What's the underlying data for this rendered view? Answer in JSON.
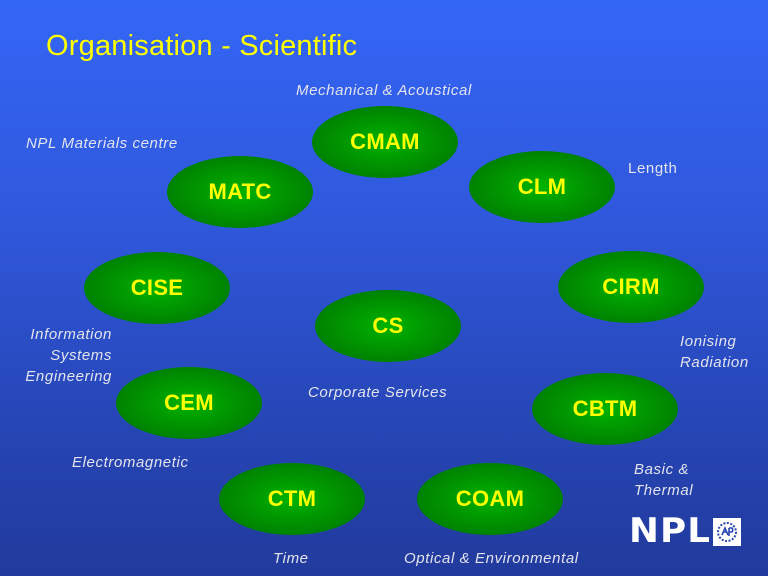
{
  "title": "Organisation - Scientific",
  "units": {
    "cmam": "CMAM",
    "matc": "MATC",
    "clm": "CLM",
    "cise": "CISE",
    "cirm": "CIRM",
    "cs": "CS",
    "cem": "CEM",
    "cbtm": "CBTM",
    "ctm": "CTM",
    "coam": "COAM"
  },
  "labels": {
    "cmam": "Mechanical & Acoustical",
    "matc": "NPL Materials centre",
    "clm": "Length",
    "cise": [
      "Information",
      "Systems",
      "Engineering"
    ],
    "cirm": [
      "Ionising",
      "Radiation"
    ],
    "cs": "Corporate Services",
    "cem": "Electromagnetic",
    "cbtm": [
      "Basic &",
      "Thermal"
    ],
    "ctm": "Time",
    "coam": "Optical & Environmental"
  },
  "logo": {
    "text": "NPL",
    "icon": "npl-emblem-icon"
  },
  "colors": {
    "title": "#ffff00",
    "unit_fill": "#009a00",
    "unit_text": "#ffff00",
    "label_text": "#e4e4ec",
    "background_top": "#3466f6",
    "background_bottom": "#213a9c"
  }
}
